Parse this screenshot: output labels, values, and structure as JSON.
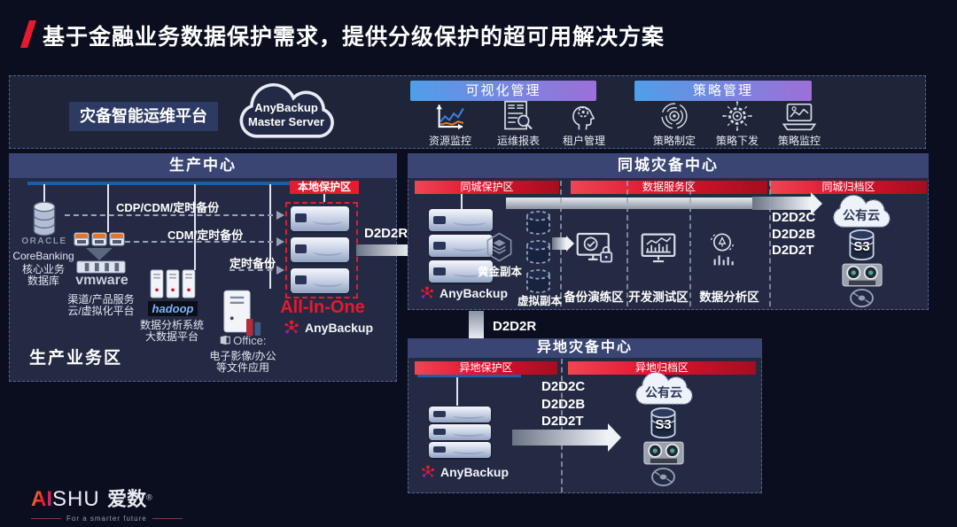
{
  "title": {
    "text": "基于金融业务数据保护需求，提供分级保护的超可用解决方案"
  },
  "colors": {
    "background": "#0a0e1e",
    "panel": "#242a43",
    "panel_header": "#3a4573",
    "accent_red": "#e8192c",
    "zone_red": "#d5152b",
    "bus_blue": "#1b5fa8",
    "banner_blue": "#4f9fe8",
    "banner_purple": "#9d6fd8"
  },
  "management": {
    "platform_label": "灾备智能运维平台",
    "master_server": {
      "line1": "AnyBackup",
      "line2": "Master Server"
    },
    "viz": {
      "title": "可视化管理",
      "items": [
        {
          "icon": "resource-monitor-icon",
          "label": "资源监控"
        },
        {
          "icon": "ops-report-icon",
          "label": "运维报表"
        },
        {
          "icon": "tenant-management-icon",
          "label": "租户管理"
        }
      ]
    },
    "policy": {
      "title": "策略管理",
      "items": [
        {
          "icon": "policy-create-icon",
          "label": "策略制定"
        },
        {
          "icon": "policy-deploy-icon",
          "label": "策略下发"
        },
        {
          "icon": "policy-monitor-icon",
          "label": "策略监控"
        }
      ]
    }
  },
  "production": {
    "header": "生产中心",
    "area_label": "生产业务区",
    "local_zone_label": "本地保护区",
    "flows": [
      "CDP/CDM/定时备份",
      "CDM/定时备份",
      "定时备份"
    ],
    "sources": [
      {
        "brand": "ORACLE",
        "lines": [
          "CoreBanking",
          "核心业务",
          "数据库"
        ]
      },
      {
        "brand": "vmware",
        "lines": [
          "渠道/产品服务",
          "云/虚拟化平台"
        ]
      },
      {
        "brand": "hadoop",
        "lines": [
          "数据分析系统",
          "大数据平台"
        ]
      },
      {
        "brand": "Office:",
        "lines": [
          "电子影像/办公",
          "等文件应用"
        ]
      }
    ],
    "appliance_title": "All-In-One",
    "vendor": "AnyBackup"
  },
  "metro": {
    "header": "同城灾备中心",
    "zones": {
      "protect": "同城保护区",
      "service": "数据服务区",
      "archive": "同城归档区"
    },
    "golden_copy": "黄金副本",
    "virtual_copy": "虚拟副本",
    "areas": [
      "备份演练区",
      "开发测试区",
      "数据分析区"
    ],
    "d2d2": [
      "D2D2C",
      "D2D2B",
      "D2D2T"
    ],
    "public_cloud": "公有云",
    "s3": "S3",
    "vendor": "AnyBackup"
  },
  "remote": {
    "header": "异地灾备中心",
    "zones": {
      "protect": "异地保护区",
      "archive": "异地归档区"
    },
    "d2d2": [
      "D2D2C",
      "D2D2B",
      "D2D2T"
    ],
    "public_cloud": "公有云",
    "s3": "S3",
    "vendor": "AnyBackup"
  },
  "links": {
    "prod_to_metro": "D2D2R",
    "metro_to_remote": "D2D2R"
  },
  "footer": {
    "brand_ai": "AI",
    "brand_shu": "SHU",
    "brand_cn": "爱数",
    "reg": "®",
    "tagline": "For a smarter future"
  }
}
